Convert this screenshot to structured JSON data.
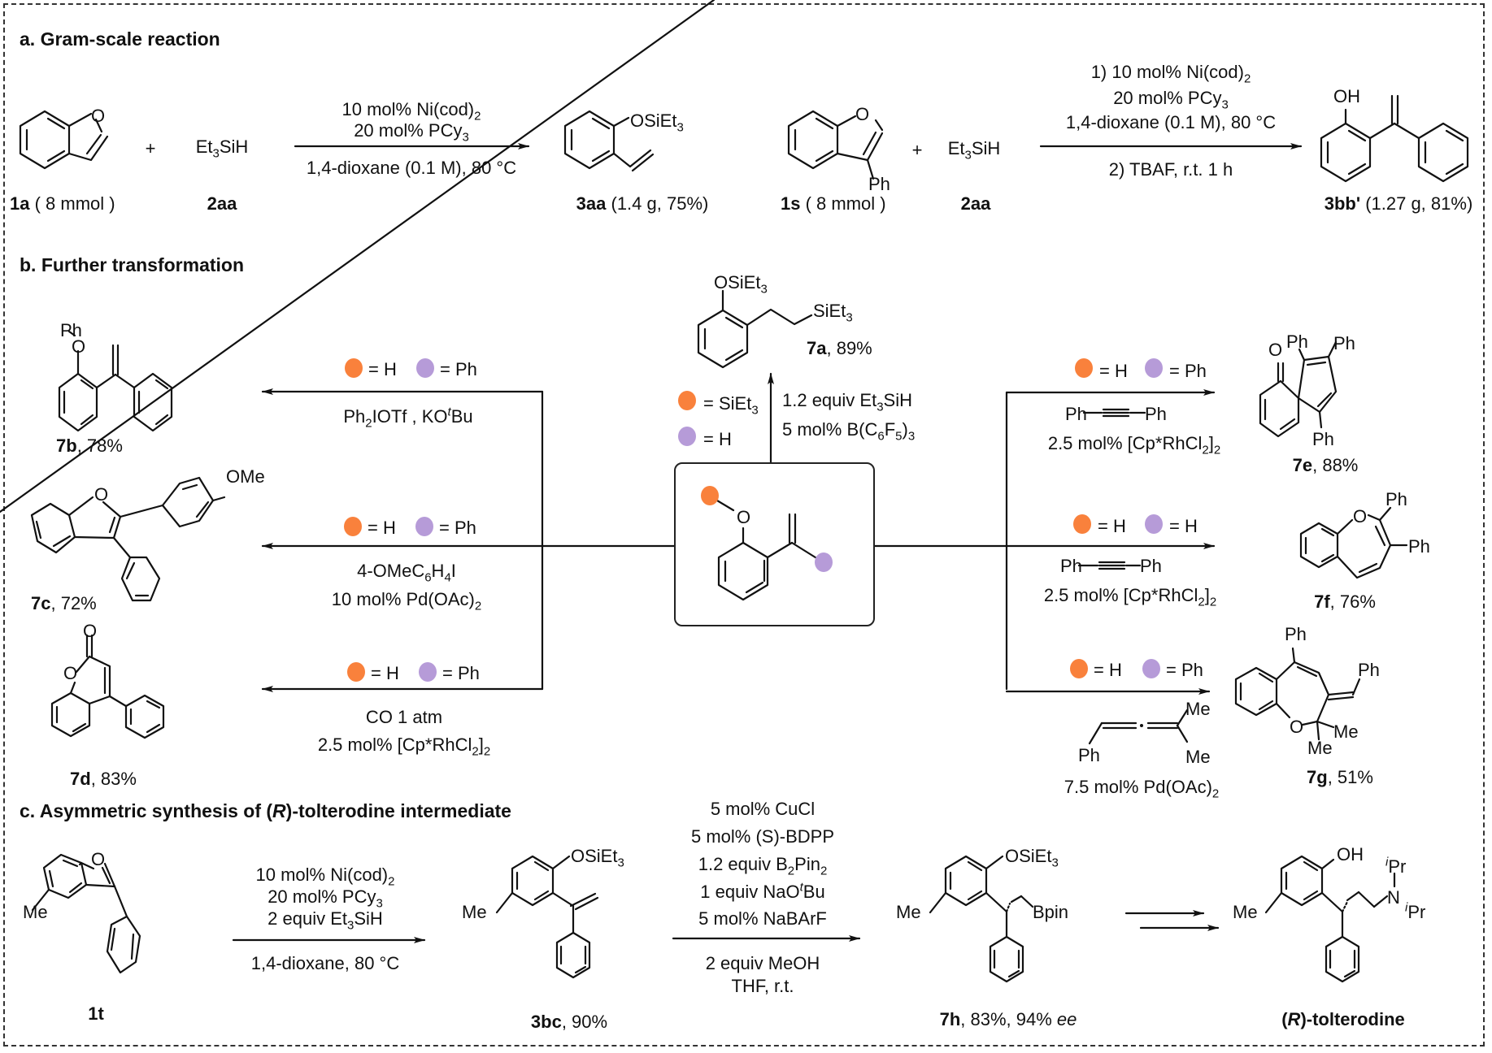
{
  "colors": {
    "orange": "#F9813C",
    "purple": "#B69BD8"
  },
  "sections": {
    "a": {
      "title": "a. Gram-scale reaction"
    },
    "b": {
      "title": "b. Further transformation"
    },
    "c": {
      "title_prefix": "c. Asymmetric synthesis of (",
      "title_italic": "R",
      "title_suffix": ")-tolterodine intermediate"
    }
  },
  "gram_scale": {
    "reaction1": {
      "substrate_id": "1a",
      "substrate_amount": " ( 8 mmol )",
      "plus": "+",
      "reagent": "Et3SiH",
      "reagent_id": "2aa",
      "cond_line1": "10 mol% Ni(cod)2",
      "cond_line2": "20 mol% PCy3",
      "cond_line3": "1,4-dioxane (0.1 M), 80 °C",
      "product_label": "OSiEt3",
      "product_id": "3aa",
      "product_yield": " (1.4 g, 75%)"
    },
    "reaction2": {
      "substrate_id": "1s",
      "substrate_amount": " ( 8 mmol )",
      "substrate_sub": "Ph",
      "plus": "+",
      "reagent": "Et3SiH",
      "reagent_id": "2aa",
      "cond_line1": "1) 10 mol% Ni(cod)2",
      "cond_line2": "20 mol% PCy3",
      "cond_line3": "1,4-dioxane (0.1 M), 80 °C",
      "cond_line4": "2) TBAF, r.t. 1 h",
      "product_label": "OH",
      "product_id": "3bb'",
      "product_yield": " (1.27 g, 81%)"
    }
  },
  "transformations": {
    "center_label": "O",
    "legend": {
      "eq": "="
    },
    "7a": {
      "id": "7a",
      "yield": ", 89%",
      "orange": "SiEt3",
      "purple": "H",
      "cond1": "1.2 equiv Et3SiH",
      "cond2": "5 mol% B(C6F5)3",
      "lbl1": "OSiEt3",
      "lbl2": "SiEt3"
    },
    "7b": {
      "id": "7b",
      "yield": ", 78%",
      "orange": "H",
      "purple": "Ph",
      "cond1": "Ph2IOTf , KOtBu",
      "lbl": "Ph"
    },
    "7c": {
      "id": "7c",
      "yield": ", 72%",
      "orange": "H",
      "purple": "Ph",
      "cond1": "4-OMeC6H4I",
      "cond2": "10 mol% Pd(OAc)2",
      "lbl": "OMe"
    },
    "7d": {
      "id": "7d",
      "yield": ", 83%",
      "orange": "H",
      "purple": "Ph",
      "cond1": "CO 1 atm",
      "cond2": "2.5 mol% [Cp*RhCl2]2"
    },
    "7e": {
      "id": "7e",
      "yield": ", 88%",
      "orange": "H",
      "purple": "Ph",
      "alkyne_l": "Ph",
      "alkyne_r": "Ph",
      "cond2": "2.5 mol% [Cp*RhCl2]2"
    },
    "7f": {
      "id": "7f",
      "yield": ", 76%",
      "orange": "H",
      "purple": "H",
      "alkyne_l": "Ph",
      "alkyne_r": "Ph",
      "cond2": "2.5 mol% [Cp*RhCl2]2"
    },
    "7g": {
      "id": "7g",
      "yield": ", 51%",
      "orange": "H",
      "purple": "Ph",
      "allene_ph": "Ph",
      "allene_me": "Me",
      "cond2": "7.5 mol% Pd(OAc)2"
    }
  },
  "asymmetric": {
    "sm_id": "1t",
    "me": "Me",
    "cond1_l1": "10 mol% Ni(cod)2",
    "cond1_l2": "20 mol% PCy3",
    "cond1_l3": "2 equiv Et3SiH",
    "cond1_l4": "1,4-dioxane, 80 °C",
    "int_id": "3bc",
    "int_yield": ", 90%",
    "int_label": "OSiEt3",
    "cond2": [
      "5 mol% CuCl",
      "5 mol% (S)-BDPP",
      "1.2 equiv B2Pin2",
      "1 equiv NaOtBu",
      "5 mol% NaBArF",
      "2 equiv MeOH",
      "THF, r.t."
    ],
    "prod_id": "7h",
    "prod_yield": ", 83%, 94% ",
    "prod_ee": "ee",
    "prod_label": "OSiEt3",
    "bpin": "Bpin",
    "final_prefix": "(",
    "final_italic": "R",
    "final_suffix": ")-tolterodine",
    "final_oh": "OH",
    "final_n": "N",
    "final_ipr": "iPr"
  }
}
